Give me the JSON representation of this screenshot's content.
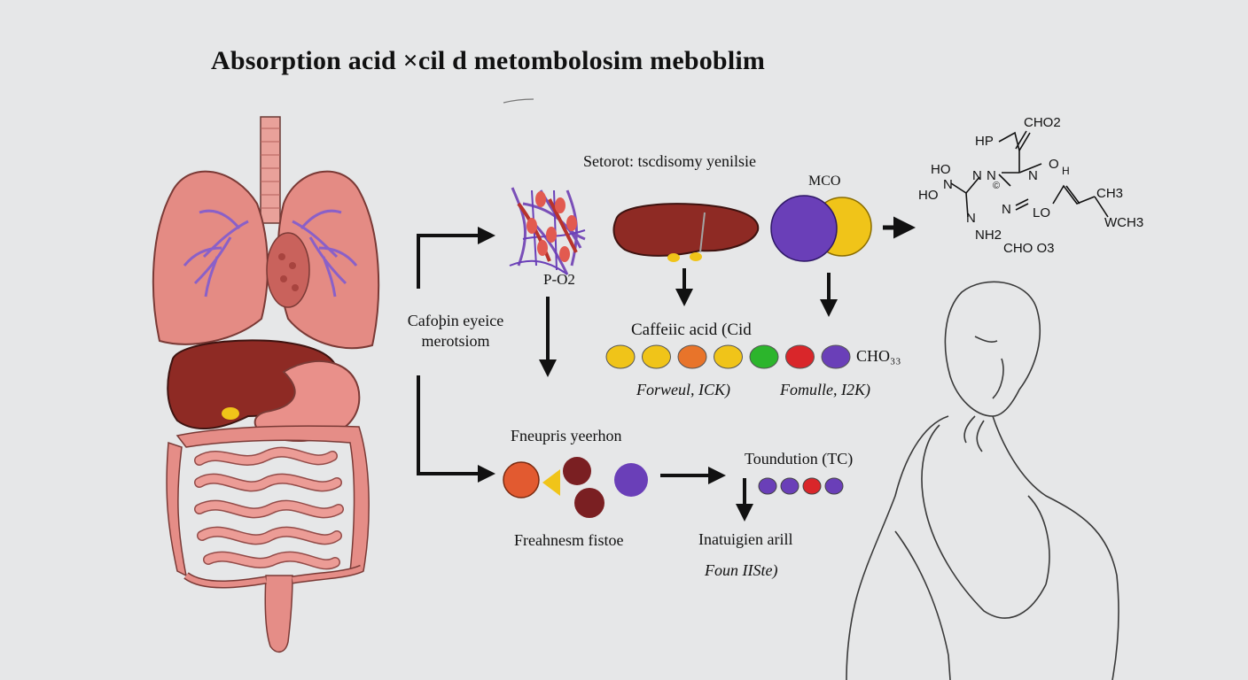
{
  "title": "Absorption acid ×cil d metombolosim meboblim",
  "labels": {
    "po2": "P-O2",
    "left_process_line1": "Cafoþin eyeice",
    "left_process_line2": "merotsiom",
    "top_heading": "Setorot: tscdisomy yenilsie",
    "mco_label": "MCO",
    "caffeic_label": "Caffeiic acid (Cid",
    "cho_label": "CHO₃₃",
    "formula_left": "Forweul, ICK)",
    "formula_right": "Fomulle, I2K)",
    "fneupris": "Fneupris yeerhon",
    "freahnesm": "Freahnesm fistoe",
    "toundution": "Toundution (TC)",
    "inatuigien": "Inatuigien arill",
    "foun": "Foun IISte)"
  },
  "molecule": {
    "cho2": "CHO2",
    "hp": "HP",
    "ho_top": "HO",
    "ho_left": "HO",
    "n1": "N",
    "n2": "N",
    "n3": "N",
    "n4": "N",
    "n5": "N",
    "o1": "O",
    "h1": "H",
    "nh2": "NH2",
    "lo": "LO",
    "ch3": "CH3",
    "wch": "WCH3",
    "cho_bottom": "CHO O3",
    "small_mark": "©"
  },
  "colors": {
    "arrow": "#111111",
    "liver": "#8e2a24",
    "lung": "#e48b84",
    "intestine": "#e58d87",
    "purple": "#6a3fb8",
    "yellow": "#f0c419",
    "orange": "#e8742a",
    "green": "#2cb52c",
    "red": "#d9262a",
    "maroon": "#7a1f22"
  },
  "bead_row": [
    "#f0c419",
    "#f0c419",
    "#e8742a",
    "#f0c419",
    "#2cb52c",
    "#d9262a",
    "#6a3fb8"
  ],
  "small_beads": [
    "#6a3fb8",
    "#6a3fb8",
    "#d9262a",
    "#6a3fb8"
  ]
}
